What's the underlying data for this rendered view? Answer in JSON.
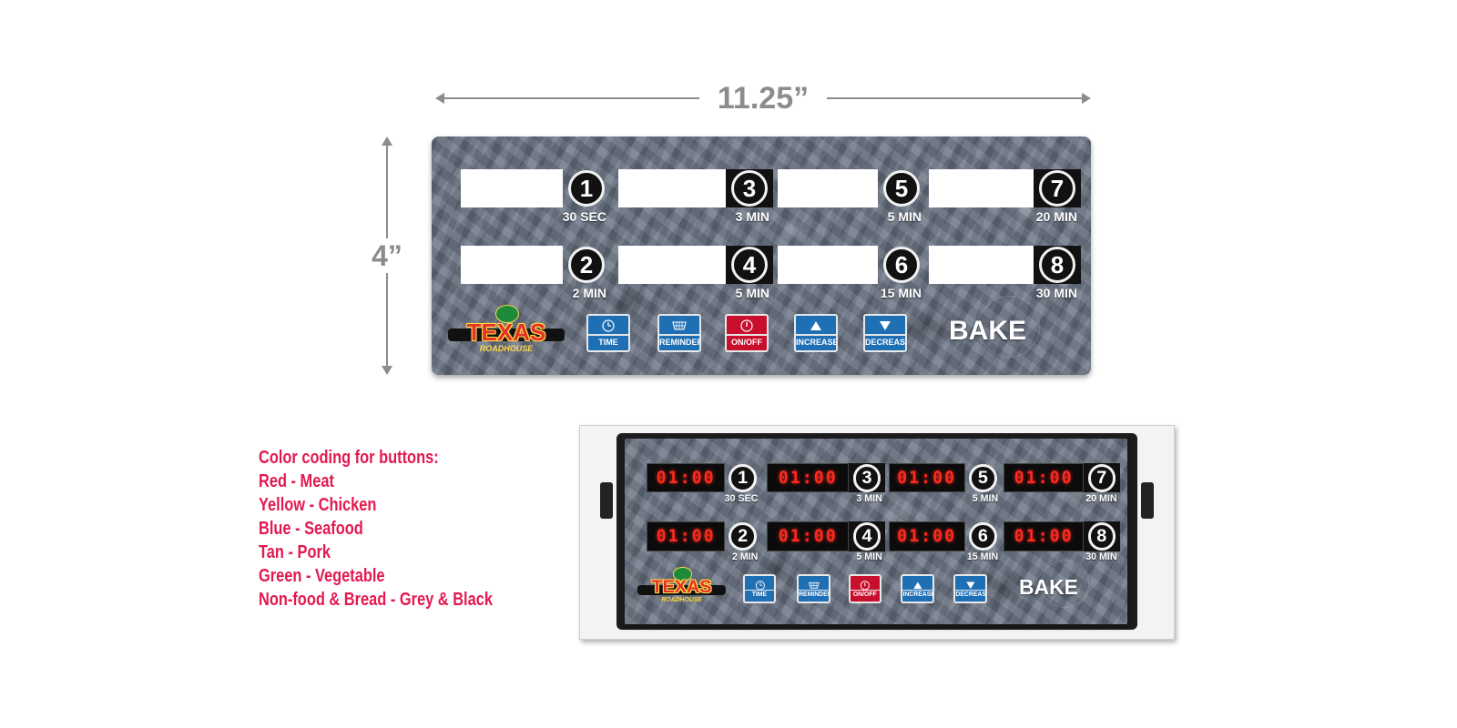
{
  "dimensions": {
    "width": "11.25”",
    "height": "4”"
  },
  "slots": [
    {
      "number": "1",
      "label": "30 SEC"
    },
    {
      "number": "2",
      "label": "2 MIN"
    },
    {
      "number": "3",
      "label": "3 MIN"
    },
    {
      "number": "4",
      "label": "5 MIN"
    },
    {
      "number": "5",
      "label": "5 MIN"
    },
    {
      "number": "6",
      "label": "15 MIN"
    },
    {
      "number": "7",
      "label": "20 MIN"
    },
    {
      "number": "8",
      "label": "30 MIN"
    }
  ],
  "display_value": "01:00",
  "buttons": [
    {
      "label": "TIME",
      "color": "#1f6fb5",
      "icon": "clock-icon"
    },
    {
      "label": "REMINDER",
      "color": "#1f6fb5",
      "icon": "basket-icon"
    },
    {
      "label": "ON/OFF",
      "color": "#c8102e",
      "icon": "power-icon"
    },
    {
      "label": "INCREASE",
      "color": "#1f6fb5",
      "icon": "triangle-up-icon"
    },
    {
      "label": "DECREASE",
      "color": "#1f6fb5",
      "icon": "triangle-down-icon"
    }
  ],
  "mode_label": "BAKE",
  "logo": {
    "name": "TEXAS",
    "sub": "ROADHOUSE"
  },
  "legend": {
    "title": "Color coding for buttons:",
    "items": [
      "Red - Meat",
      "Yellow - Chicken",
      "Blue - Seafood",
      "Tan - Pork",
      "Green - Vegetable",
      "Non-food & Bread - Grey & Black"
    ]
  },
  "colors": {
    "legend_text": "#e3194f",
    "dimension_gray": "#8c8c8c",
    "led_red": "#ff2a1f"
  }
}
